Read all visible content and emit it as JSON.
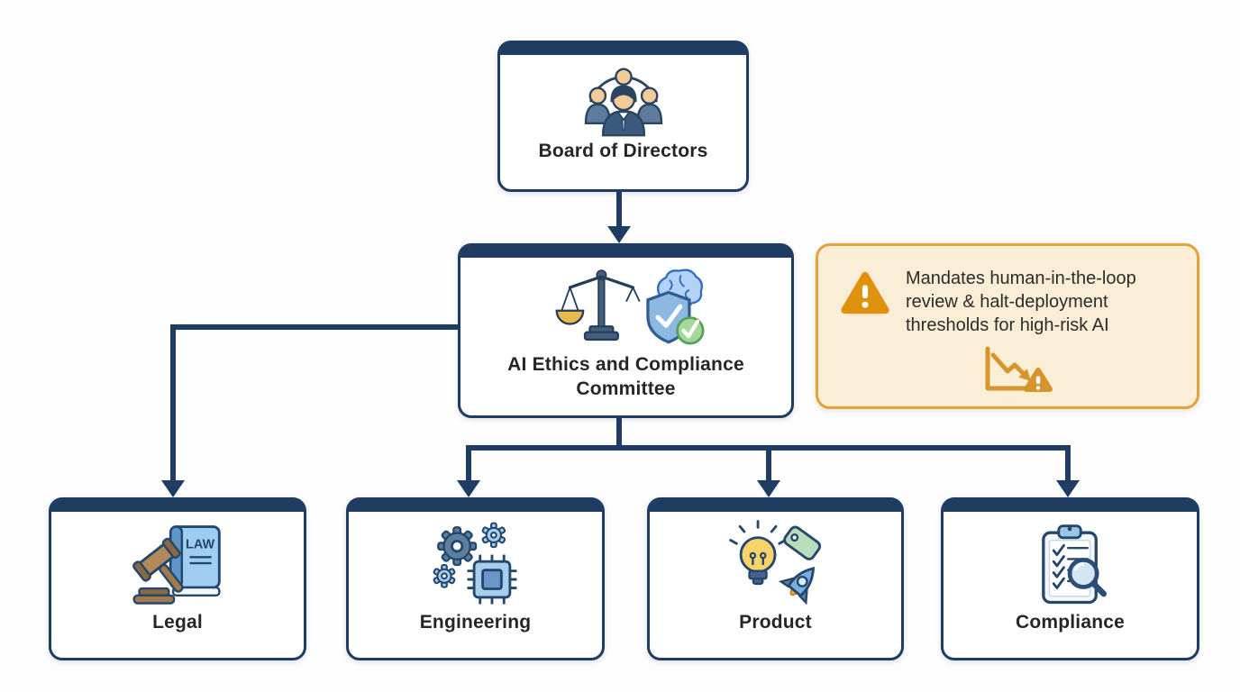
{
  "diagram": {
    "type": "org-chart",
    "nodes": {
      "board": {
        "label": "Board of Directors",
        "icon": "team-people-icon"
      },
      "committee": {
        "label": "AI Ethics and Compliance Committee",
        "icon": "justice-scale-shield-brain-icon"
      },
      "legal": {
        "label": "Legal",
        "icon": "gavel-law-book-icon"
      },
      "engineering": {
        "label": "Engineering",
        "icon": "gears-microchip-icon"
      },
      "product": {
        "label": "Product",
        "icon": "lightbulb-tag-rocket-icon"
      },
      "compliance": {
        "label": "Compliance",
        "icon": "checklist-magnifier-icon"
      }
    },
    "edges": [
      {
        "from": "board",
        "to": "committee"
      },
      {
        "from": "committee",
        "to": "legal"
      },
      {
        "from": "committee",
        "to": "engineering"
      },
      {
        "from": "committee",
        "to": "product"
      },
      {
        "from": "committee",
        "to": "compliance"
      }
    ],
    "callout": {
      "text": "Mandates human-in-the-loop review & halt-deployment thresholds for high-risk AI",
      "icon": "warning-triangle-icon",
      "secondary_icon": "declining-trend-warning-icon"
    }
  },
  "palette": {
    "navy": "#1f3d62",
    "node_background": "#ffffff",
    "callout_background": "#faeed6",
    "callout_border": "#e4a33a",
    "callout_icon_orange": "#e0920f",
    "label_text": "#262626"
  }
}
